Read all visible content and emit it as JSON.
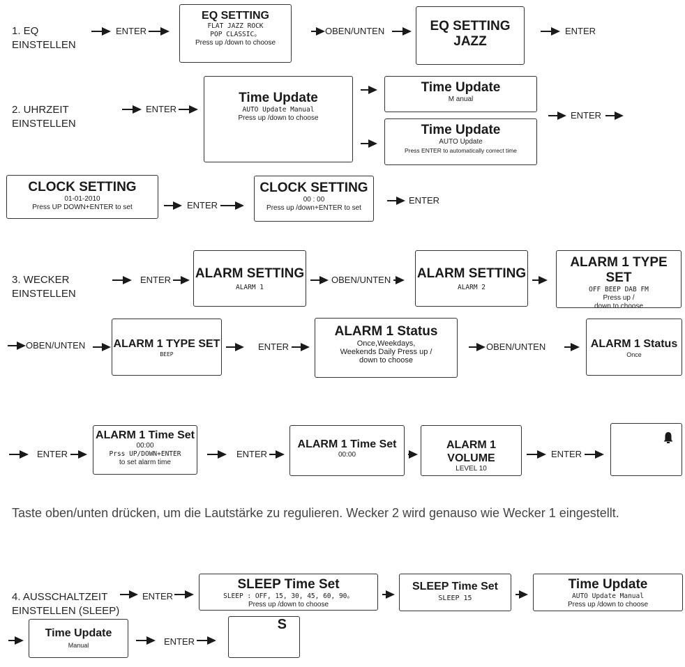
{
  "enter": "ENTER",
  "oben_unten": "OBEN/UNTEN",
  "section1": {
    "label": "1. EQ\nEINSTELLEN",
    "box_eq": {
      "title": "EQ SETTING",
      "lines": [
        "FLAT JAZZ ROCK",
        "POP CLASSIC。",
        "Press up /down to choose"
      ]
    },
    "box_jazz": {
      "title": "EQ  SETTING",
      "line": "JAZZ"
    }
  },
  "section2": {
    "label": "2. UHRZEIT\nEINSTELLEN",
    "box_main": {
      "title": "Time Update",
      "lines": [
        "AUTO Update Manual",
        "Press up /down to choose"
      ]
    },
    "box_manual": {
      "title": "Time Update",
      "line": "M anual"
    },
    "box_auto": {
      "title": "Time Update",
      "lines": [
        "AUTO Update",
        "Press ENTER to automatically correct time"
      ]
    },
    "clock1": {
      "title": "CLOCK SETTING",
      "lines": [
        "01-01-2010",
        "Press UP DOWN+ENTER to set"
      ]
    },
    "clock2": {
      "title": "CLOCK SETTING",
      "lines": [
        "00 : 00",
        "Press up /down+ENTER to set"
      ]
    }
  },
  "section3": {
    "label": "3. WECKER\nEINSTELLEN",
    "alarm1": {
      "title": "ALARM SETTING",
      "line": "ALARM 1"
    },
    "alarm2": {
      "title": "ALARM SETTING",
      "line": "ALARM 2"
    },
    "typeset": {
      "title": "ALARM 1 TYPE SET",
      "lines": [
        "OFF BEEP DAB FM",
        "Press up /",
        "down to choose"
      ]
    },
    "typeset_beep": {
      "title": "ALARM 1 TYPE SET",
      "line": "BEEP"
    },
    "status": {
      "title": "ALARM 1 Status",
      "lines": [
        "Once,Weekdays,",
        "Weekends Daily Press up /",
        "down to choose"
      ]
    },
    "status_once": {
      "title": "ALARM 1 Status",
      "line": "Once"
    },
    "timeset": {
      "title": "ALARM 1 Time Set",
      "lines": [
        "00:00",
        "Prss UP/DOWN+ENTER",
        "to set alarm time"
      ]
    },
    "timeset2": {
      "title": "ALARM 1 Time Set",
      "line": "00:00"
    },
    "volume": {
      "title": "ALARM 1 VOLUME",
      "line": "LEVEL 10"
    }
  },
  "paragraph": "Taste oben/unten drücken, um die Lautstärke zu regulieren. Wecker 2 wird genauso wie Wecker 1 eingestellt.",
  "section4": {
    "label": "4. AUSSCHALTZEIT\nEINSTELLEN (SLEEP)",
    "sleep": {
      "title": "SLEEP Time Set",
      "lines": [
        "SLEEP : OFF, 15, 30, 45, 60, 90。",
        "Press up /down to choose"
      ]
    },
    "sleep15": {
      "title": "SLEEP  Time Set",
      "line": "SLEEP 15"
    },
    "tu": {
      "title": "Time Update",
      "lines": [
        "AUTO Update Manual",
        "Press up /down to choose"
      ]
    },
    "tu_manual": {
      "title": "Time Update",
      "line": "Manual"
    },
    "s_display": "S"
  }
}
